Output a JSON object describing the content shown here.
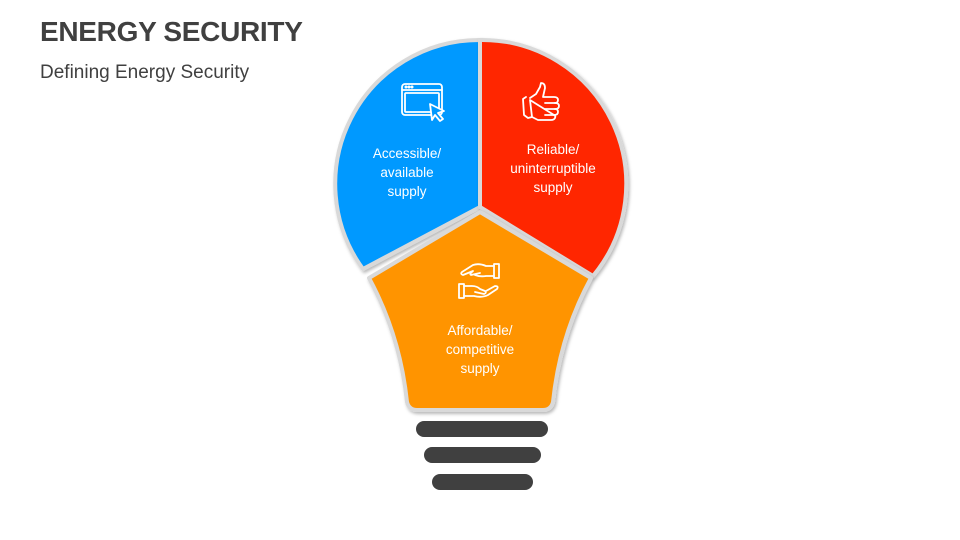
{
  "header": {
    "title": "ENERGY SECURITY",
    "subtitle": "Defining Energy Security"
  },
  "segments": [
    {
      "id": "accessible",
      "icon": "browser-cursor-icon",
      "color": "#0099FF",
      "lines": [
        "Accessible/",
        "available",
        "supply"
      ]
    },
    {
      "id": "reliable",
      "icon": "thumbs-up-icon",
      "color": "#FF2600",
      "lines": [
        "Reliable/",
        "uninterruptible",
        "supply"
      ]
    },
    {
      "id": "affordable",
      "icon": "giving-hands-icon",
      "color": "#FF9400",
      "lines": [
        "Affordable/",
        "competitive",
        "supply"
      ]
    }
  ],
  "bulb_base": {
    "bar_count": 3,
    "color": "#404040"
  },
  "divider_color": "#D9D9D9"
}
